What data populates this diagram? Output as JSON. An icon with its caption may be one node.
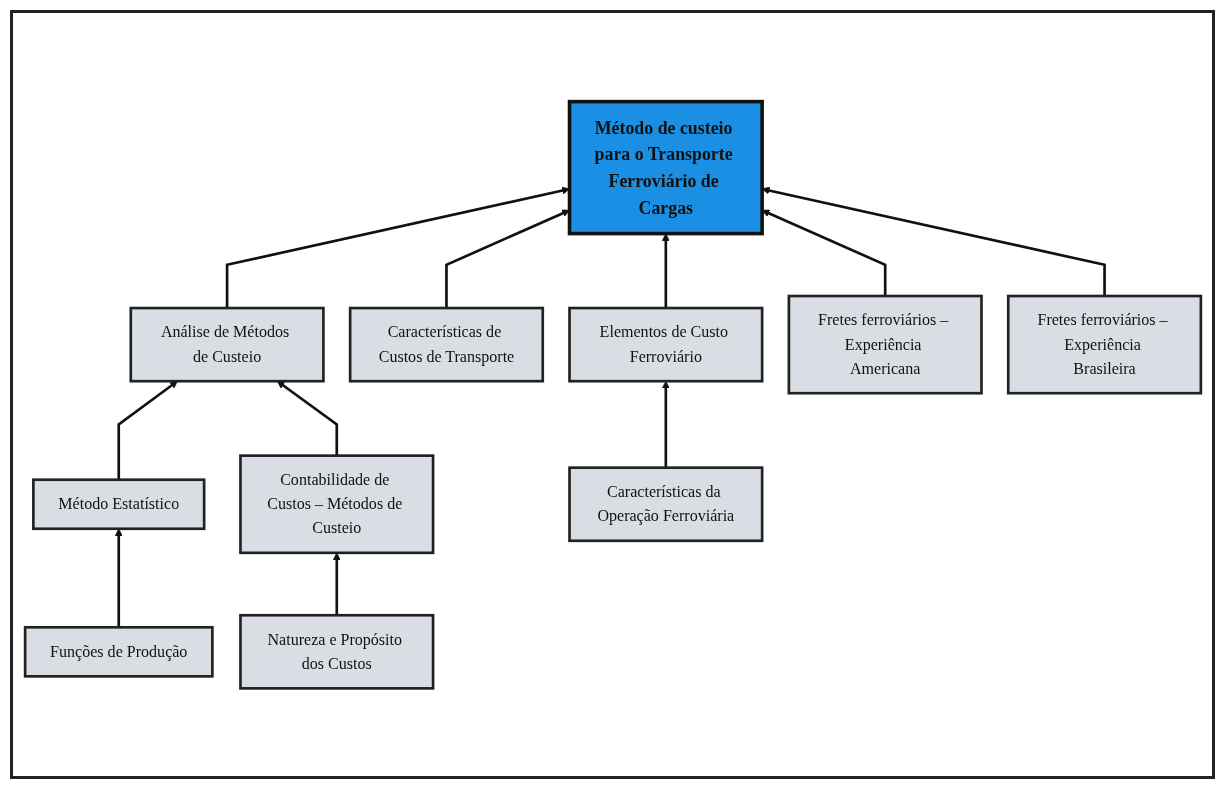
{
  "diagram": {
    "nodes": [
      {
        "text": [
          "Método de custeio para o Transporte Ferroviário de Cargas"
        ]
      },
      {
        "text": [
          "Análise de Métodos de Custeio"
        ]
      },
      {
        "text": [
          "Características de Custos de Transporte"
        ]
      },
      {
        "text": [
          "Elementos de Custo Ferroviário"
        ]
      },
      {
        "text": [
          "Fretes ferroviários – Experiência Americana"
        ]
      },
      {
        "text": [
          "Fretes ferroviários – Experiência Brasileira"
        ]
      },
      {
        "text": [
          "Método Estatístico"
        ]
      },
      {
        "text": [
          "Contabilidade de Custos – Métodos de Custeio"
        ]
      },
      {
        "text": [
          "Funções de Produção"
        ]
      },
      {
        "text": [
          "Natureza e Propósito dos Custos"
        ]
      },
      {
        "text": [
          "Características da Operação Ferroviária"
        ]
      }
    ],
    "edges": [
      {
        "from": 1,
        "to": 0,
        "arrow": "to"
      },
      {
        "from": 2,
        "to": 0,
        "arrow": "to"
      },
      {
        "from": 3,
        "to": 0,
        "arrow": "to"
      },
      {
        "from": 4,
        "to": 0,
        "arrow": "to"
      },
      {
        "from": 5,
        "to": 0,
        "arrow": "to"
      },
      {
        "from": 6,
        "to": 1,
        "arrow": "to"
      },
      {
        "from": 7,
        "to": 1,
        "arrow": "to"
      },
      {
        "from": 8,
        "to": 6,
        "arrow": "to"
      },
      {
        "from": 9,
        "to": 7,
        "arrow": "to"
      },
      {
        "from": 10,
        "to": 3,
        "arrow": "to"
      }
    ]
  }
}
